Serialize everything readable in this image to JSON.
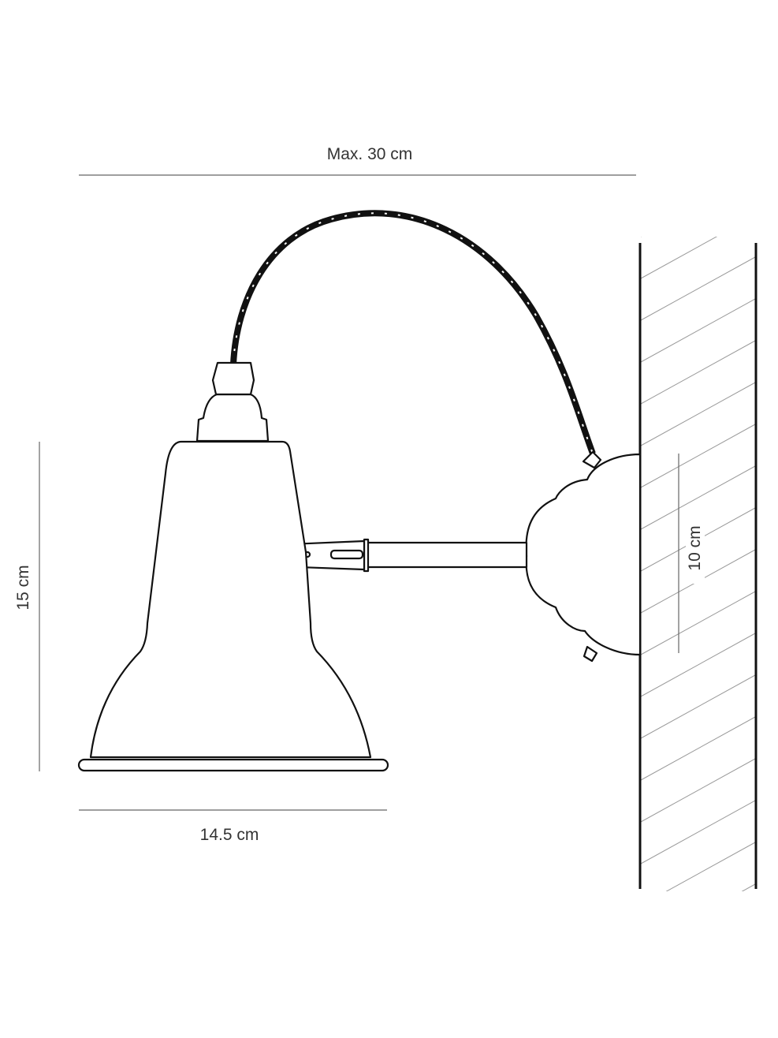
{
  "dimensions": {
    "max_width": "Max. 30 cm",
    "height": "15 cm",
    "shade_width": "14.5 cm",
    "backplate_height": "10 cm"
  }
}
